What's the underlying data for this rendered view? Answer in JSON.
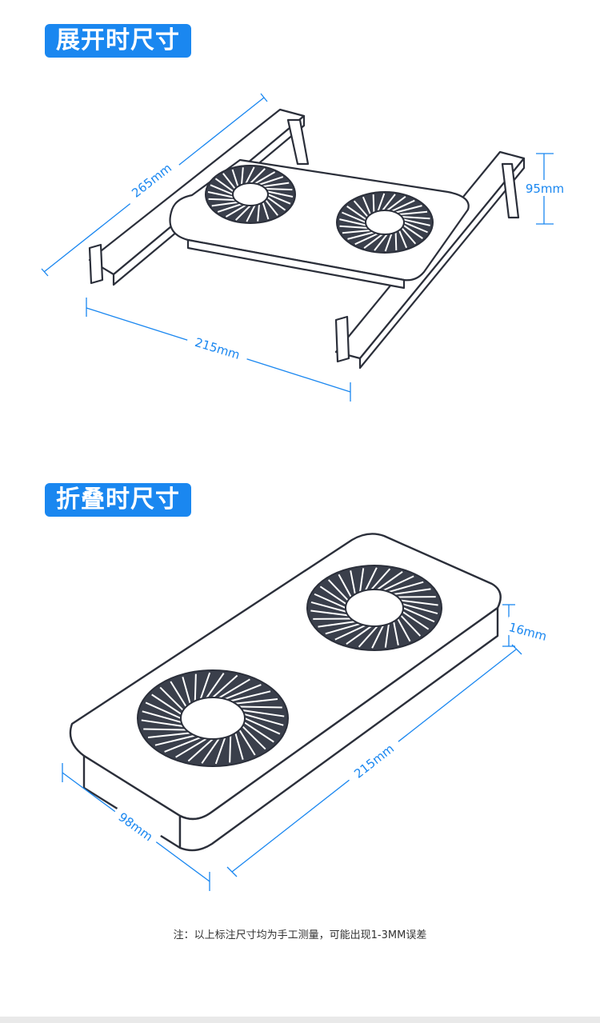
{
  "sections": {
    "unfolded": {
      "title": "展开时尺寸",
      "dims": {
        "length": "265mm",
        "width": "215mm",
        "height": "95mm"
      }
    },
    "folded": {
      "title": "折叠时尺寸",
      "dims": {
        "thickness": "16mm",
        "length": "215mm",
        "width": "98mm"
      }
    }
  },
  "footnote": "注：以上标注尺寸均为手工测量，可能出现1-3MM误差",
  "colors": {
    "accent": "#1a87f0",
    "line": "#2b2f3a",
    "badge_text": "#ffffff"
  }
}
